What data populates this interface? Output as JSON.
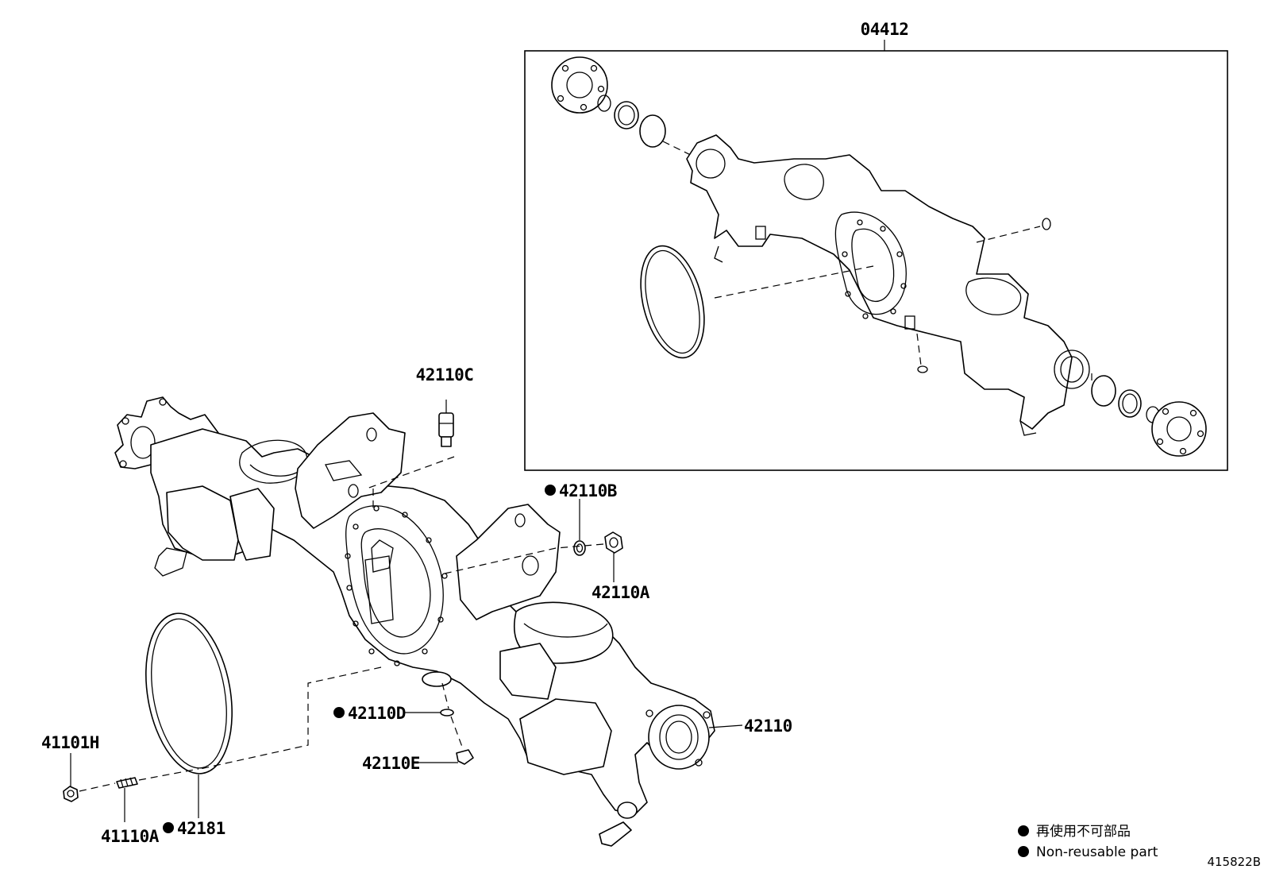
{
  "labels": {
    "assy": "04412",
    "p42110C": "42110C",
    "p42110B": "42110B",
    "p42110A": "42110A",
    "p42110D": "42110D",
    "p42110E": "42110E",
    "p42110": "42110",
    "p41101H": "41101H",
    "p41110A": "41110A",
    "p42181": "42181"
  },
  "legend": {
    "japanese": "再使用不可部品",
    "english": "Non-reusable part"
  },
  "diagram_code": "415822B"
}
